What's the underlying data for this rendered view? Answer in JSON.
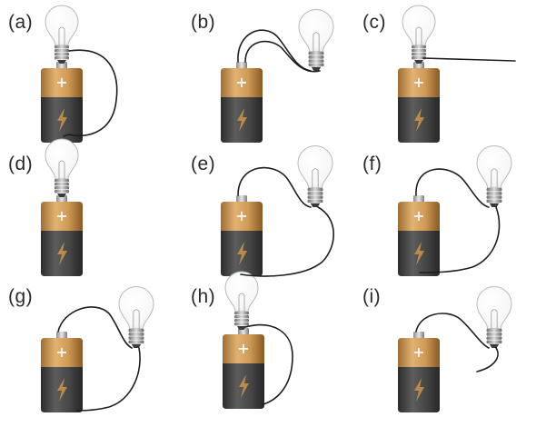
{
  "panels": [
    {
      "label": "(a)"
    },
    {
      "label": "(b)"
    },
    {
      "label": "(c)"
    },
    {
      "label": "(d)"
    },
    {
      "label": "(e)"
    },
    {
      "label": "(f)"
    },
    {
      "label": "(g)"
    },
    {
      "label": "(h)"
    },
    {
      "label": "(i)"
    }
  ],
  "battery": {
    "plus_symbol": "+",
    "top_color": "#c8914a",
    "body_color": "#4a4a4a",
    "bolt_color": "#c8914a"
  },
  "wire_color": "#1e1e1e"
}
